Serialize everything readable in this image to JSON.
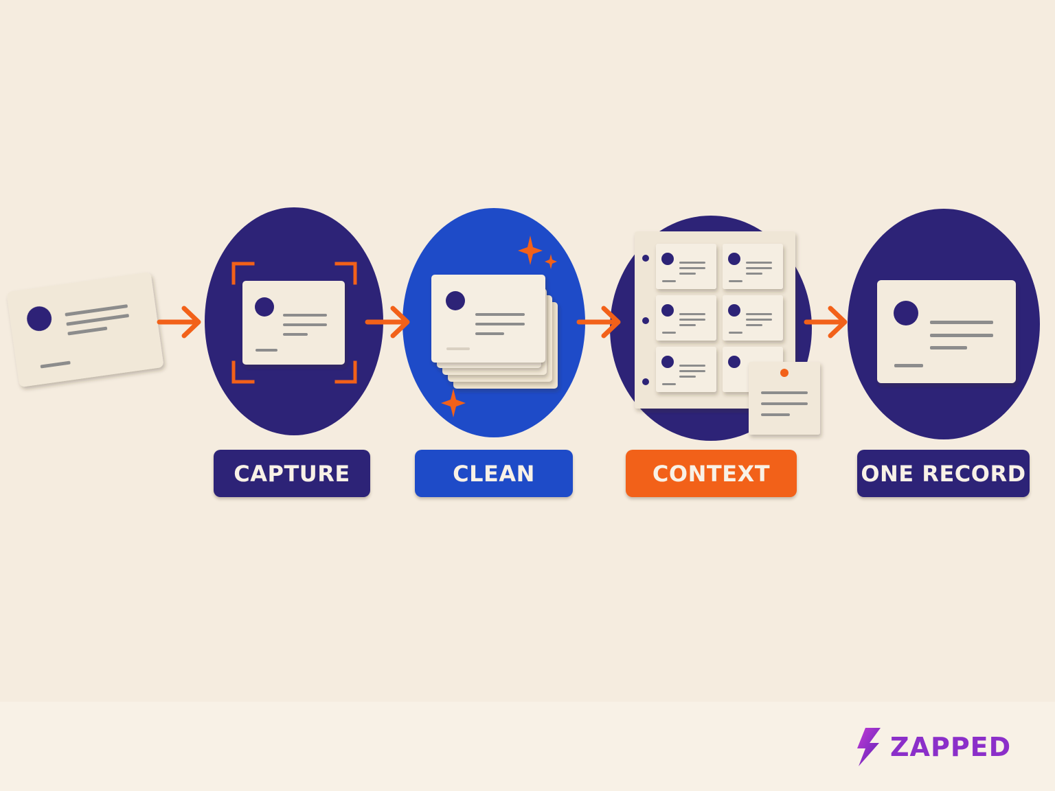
{
  "steps": [
    {
      "label": "CAPTURE",
      "color": "#2d2377"
    },
    {
      "label": "CLEAN",
      "color": "#1e4bc8"
    },
    {
      "label": "CONTEXT",
      "color": "#f26119"
    },
    {
      "label": "ONE RECORD",
      "color": "#2d2377"
    }
  ],
  "brand": {
    "name": "ZAPPED",
    "icon": "lightning-bolt-icon",
    "color": "#8b2fc9"
  },
  "colors": {
    "navy": "#2d2377",
    "blue": "#1e4bc8",
    "orange": "#f26119",
    "card": "#f3ebdd",
    "background": "#f5ecdf"
  }
}
